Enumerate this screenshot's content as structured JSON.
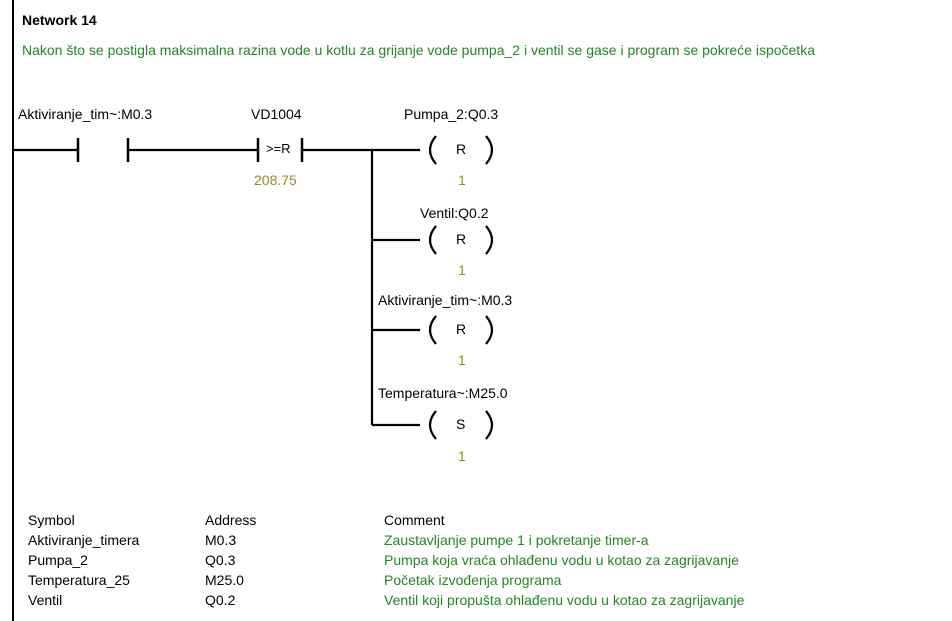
{
  "network": {
    "title": "Network 14",
    "comment": "Nakon što se postigla maksimalna razina vode u kotlu za grijanje vode pumpa_2 i ventil se gase i program se pokreće ispočetka"
  },
  "rung": {
    "contact": {
      "label": "Aktiviranje_tim~:M0.3"
    },
    "compare": {
      "operand1": "VD1004",
      "operator": ">=R",
      "operand2": "208.75"
    },
    "coils": [
      {
        "label": "Pumpa_2:Q0.3",
        "op": "R",
        "n": "1"
      },
      {
        "label": "Ventil:Q0.2",
        "op": "R",
        "n": "1"
      },
      {
        "label": "Aktiviranje_tim~:M0.3",
        "op": "R",
        "n": "1"
      },
      {
        "label": "Temperatura~:M25.0",
        "op": "S",
        "n": "1"
      }
    ]
  },
  "symbol_table": {
    "headers": {
      "symbol": "Symbol",
      "address": "Address",
      "comment": "Comment"
    },
    "rows": [
      {
        "symbol": "Aktiviranje_timera",
        "address": "M0.3",
        "comment": "Zaustavljanje pumpe 1 i pokretanje timer-a"
      },
      {
        "symbol": "Pumpa_2",
        "address": "Q0.3",
        "comment": "Pumpa koja vraća ohlađenu vodu u kotao za zagrijavanje"
      },
      {
        "symbol": "Temperatura_25",
        "address": "M25.0",
        "comment": "Početak izvođenja programa"
      },
      {
        "symbol": "Ventil",
        "address": "Q0.2",
        "comment": "Ventil koji propušta ohlađenu vodu u kotao za zagrijavanje"
      }
    ]
  }
}
